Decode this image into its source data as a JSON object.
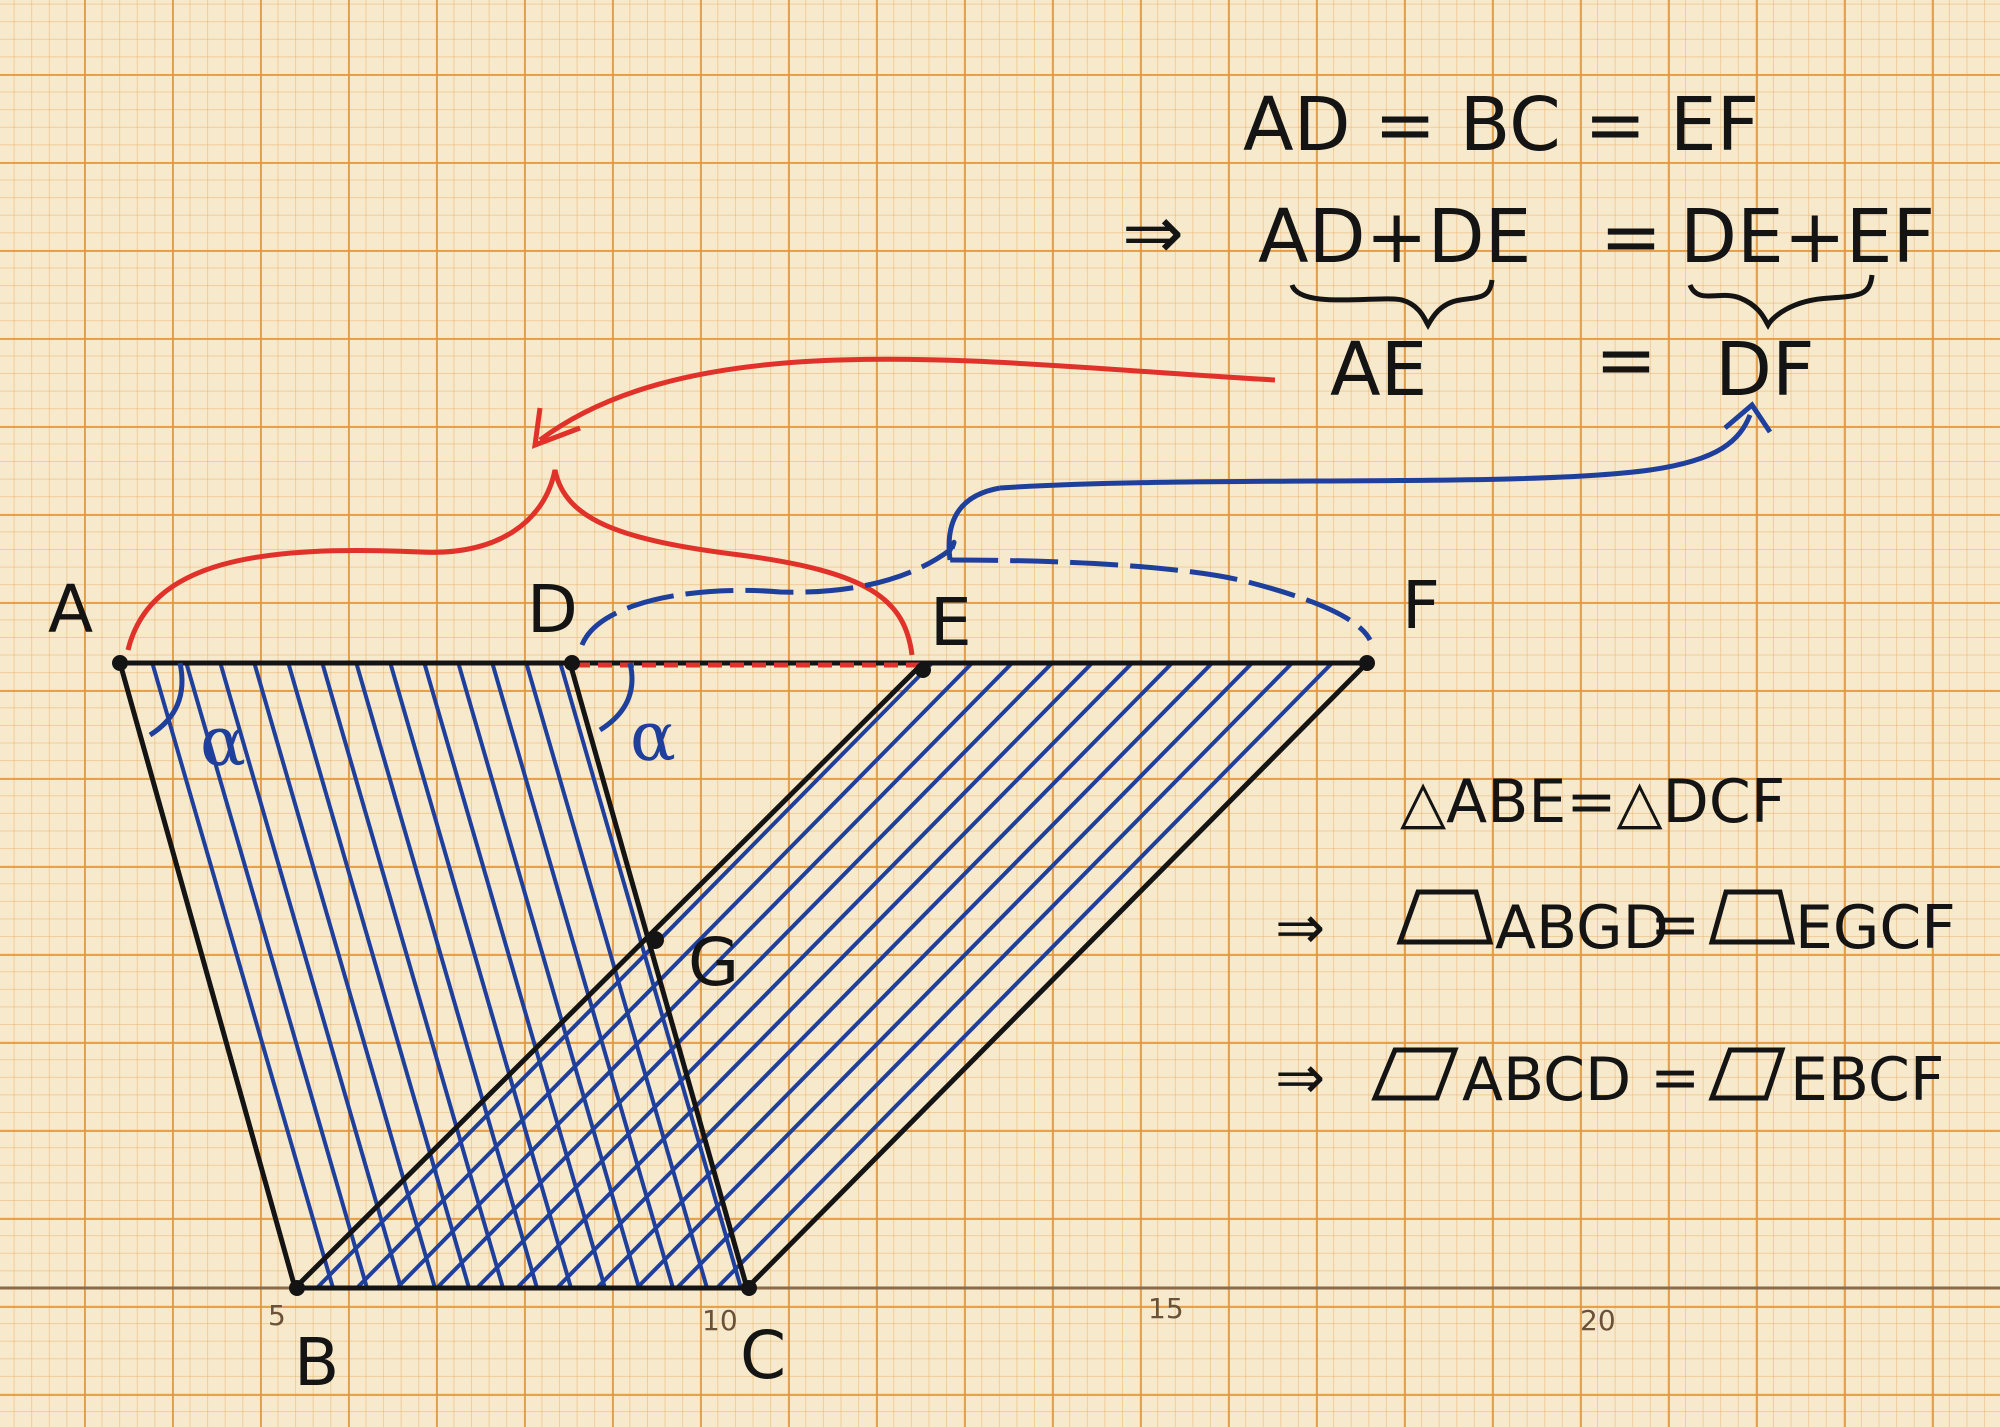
{
  "points": {
    "A": "A",
    "B": "B",
    "C": "C",
    "D": "D",
    "E": "E",
    "F": "F",
    "G": "G"
  },
  "angle_label": "α",
  "equations": {
    "line1": "AD = BC = EF",
    "line2_arrow": "⇒",
    "line2_left": "AD+DE",
    "line2_eq": "=",
    "line2_right": "DE+EF",
    "line3_left": "AE",
    "line3_eq": "=",
    "line3_right": "DF"
  },
  "congruence": {
    "line1": "△ABE=△DCF",
    "line2_arrow": "⇒",
    "line2_left": "ABGD",
    "line2_eq": "=",
    "line2_right": "EGCF",
    "line3_arrow": "⇒",
    "line3_left": "ABCD",
    "line3_eq": "=",
    "line3_right": "EBCF"
  },
  "axis_ticks": [
    "5",
    "10",
    "15",
    "20"
  ],
  "colors": {
    "ink": "#141414",
    "red": "#e0322a",
    "blue": "#1f3f9c",
    "blue_light": "#2a5fc8",
    "grid_major": "#e2963c",
    "grid_minor": "#e8aa5f"
  }
}
